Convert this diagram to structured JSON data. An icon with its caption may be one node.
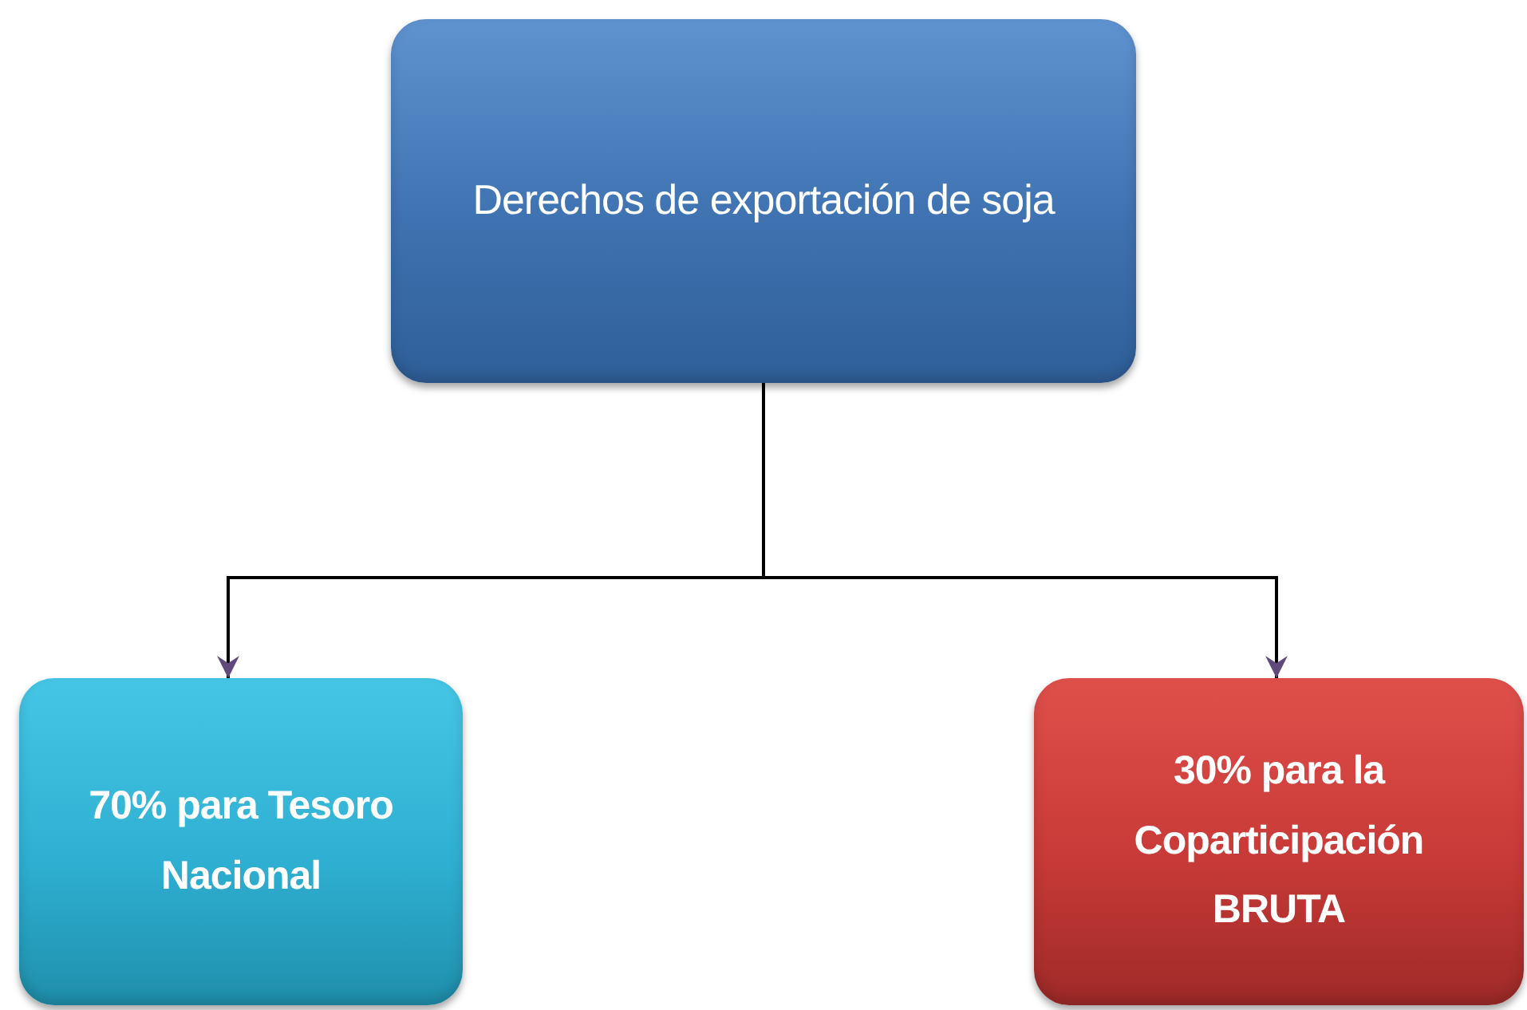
{
  "diagram": {
    "nodes": [
      {
        "text": [
          "Derechos de exportación de soja"
        ]
      },
      {
        "text": [
          "70% para Tesoro Nacional"
        ]
      },
      {
        "text": [
          "30% para la Coparticipación BRUTA"
        ]
      }
    ],
    "edges": [
      {
        "from": 0,
        "to": 1,
        "arrow": "to"
      },
      {
        "from": 0,
        "to": 2,
        "arrow": "to"
      }
    ]
  }
}
